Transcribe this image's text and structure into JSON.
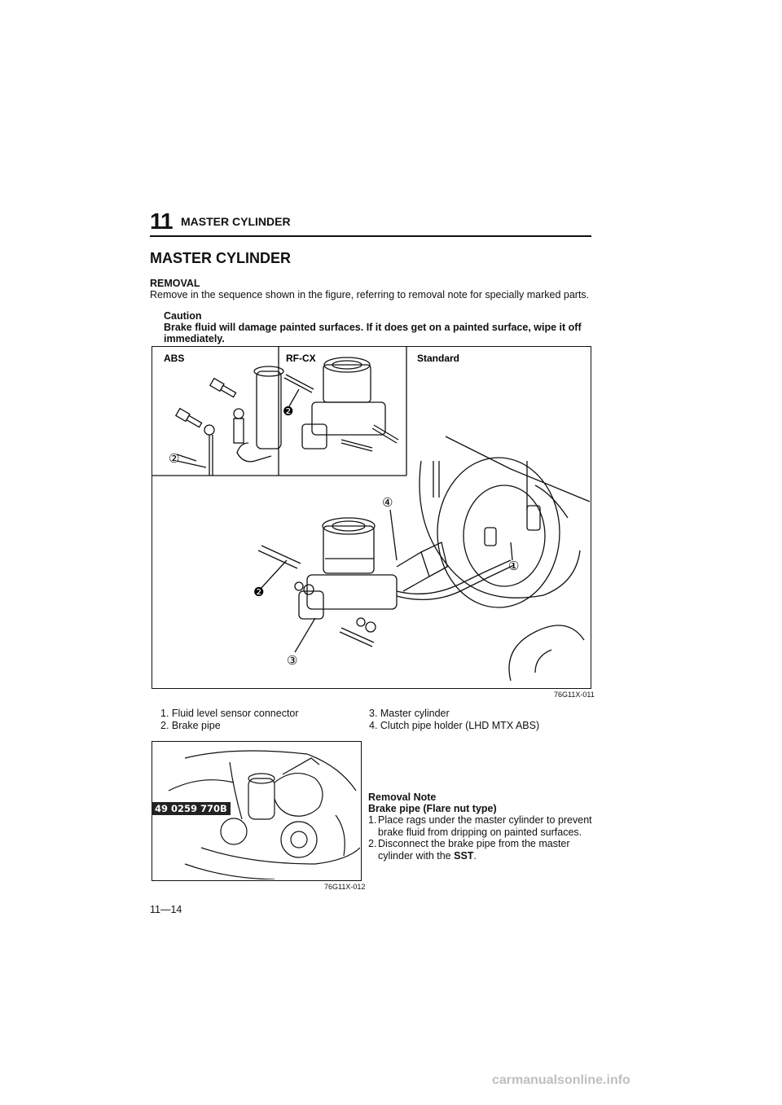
{
  "header": {
    "chapter_number": "11",
    "chapter_title": "MASTER CYLINDER"
  },
  "title": "MASTER CYLINDER",
  "removal": {
    "heading": "REMOVAL",
    "text": "Remove in the sequence shown in the figure, referring to removal note for specially marked parts."
  },
  "caution": {
    "heading": "Caution",
    "text": "Brake fluid will damage painted surfaces. If it does get on a painted surface, wipe it off immediately."
  },
  "figure1": {
    "labels": {
      "abs": "ABS",
      "rfcx": "RF-CX",
      "standard": "Standard"
    },
    "callouts": {
      "c1": "①",
      "c2": "②",
      "c3": "③",
      "c4": "④",
      "special": "❷"
    },
    "code": "76G11X-011"
  },
  "legend": [
    "1. Fluid level sensor connector",
    "2. Brake pipe",
    "3. Master cylinder",
    "4. Clutch pipe holder (LHD MTX ABS)"
  ],
  "figure2": {
    "sst_label": "49 0259 770B",
    "code": "76G11X-012"
  },
  "removal_note": {
    "heading": "Removal Note",
    "subheading": "Brake pipe (Flare nut type)",
    "steps": [
      {
        "num": "1.",
        "text": "Place rags under the master cylinder to prevent brake fluid from dripping on painted surfaces."
      },
      {
        "num": "2.",
        "text": "Disconnect the brake pipe from the master cylinder with the "
      }
    ],
    "sst": "SST",
    "step2_end": "."
  },
  "page_number": "11—14",
  "watermark": "carmanualsonline.info"
}
